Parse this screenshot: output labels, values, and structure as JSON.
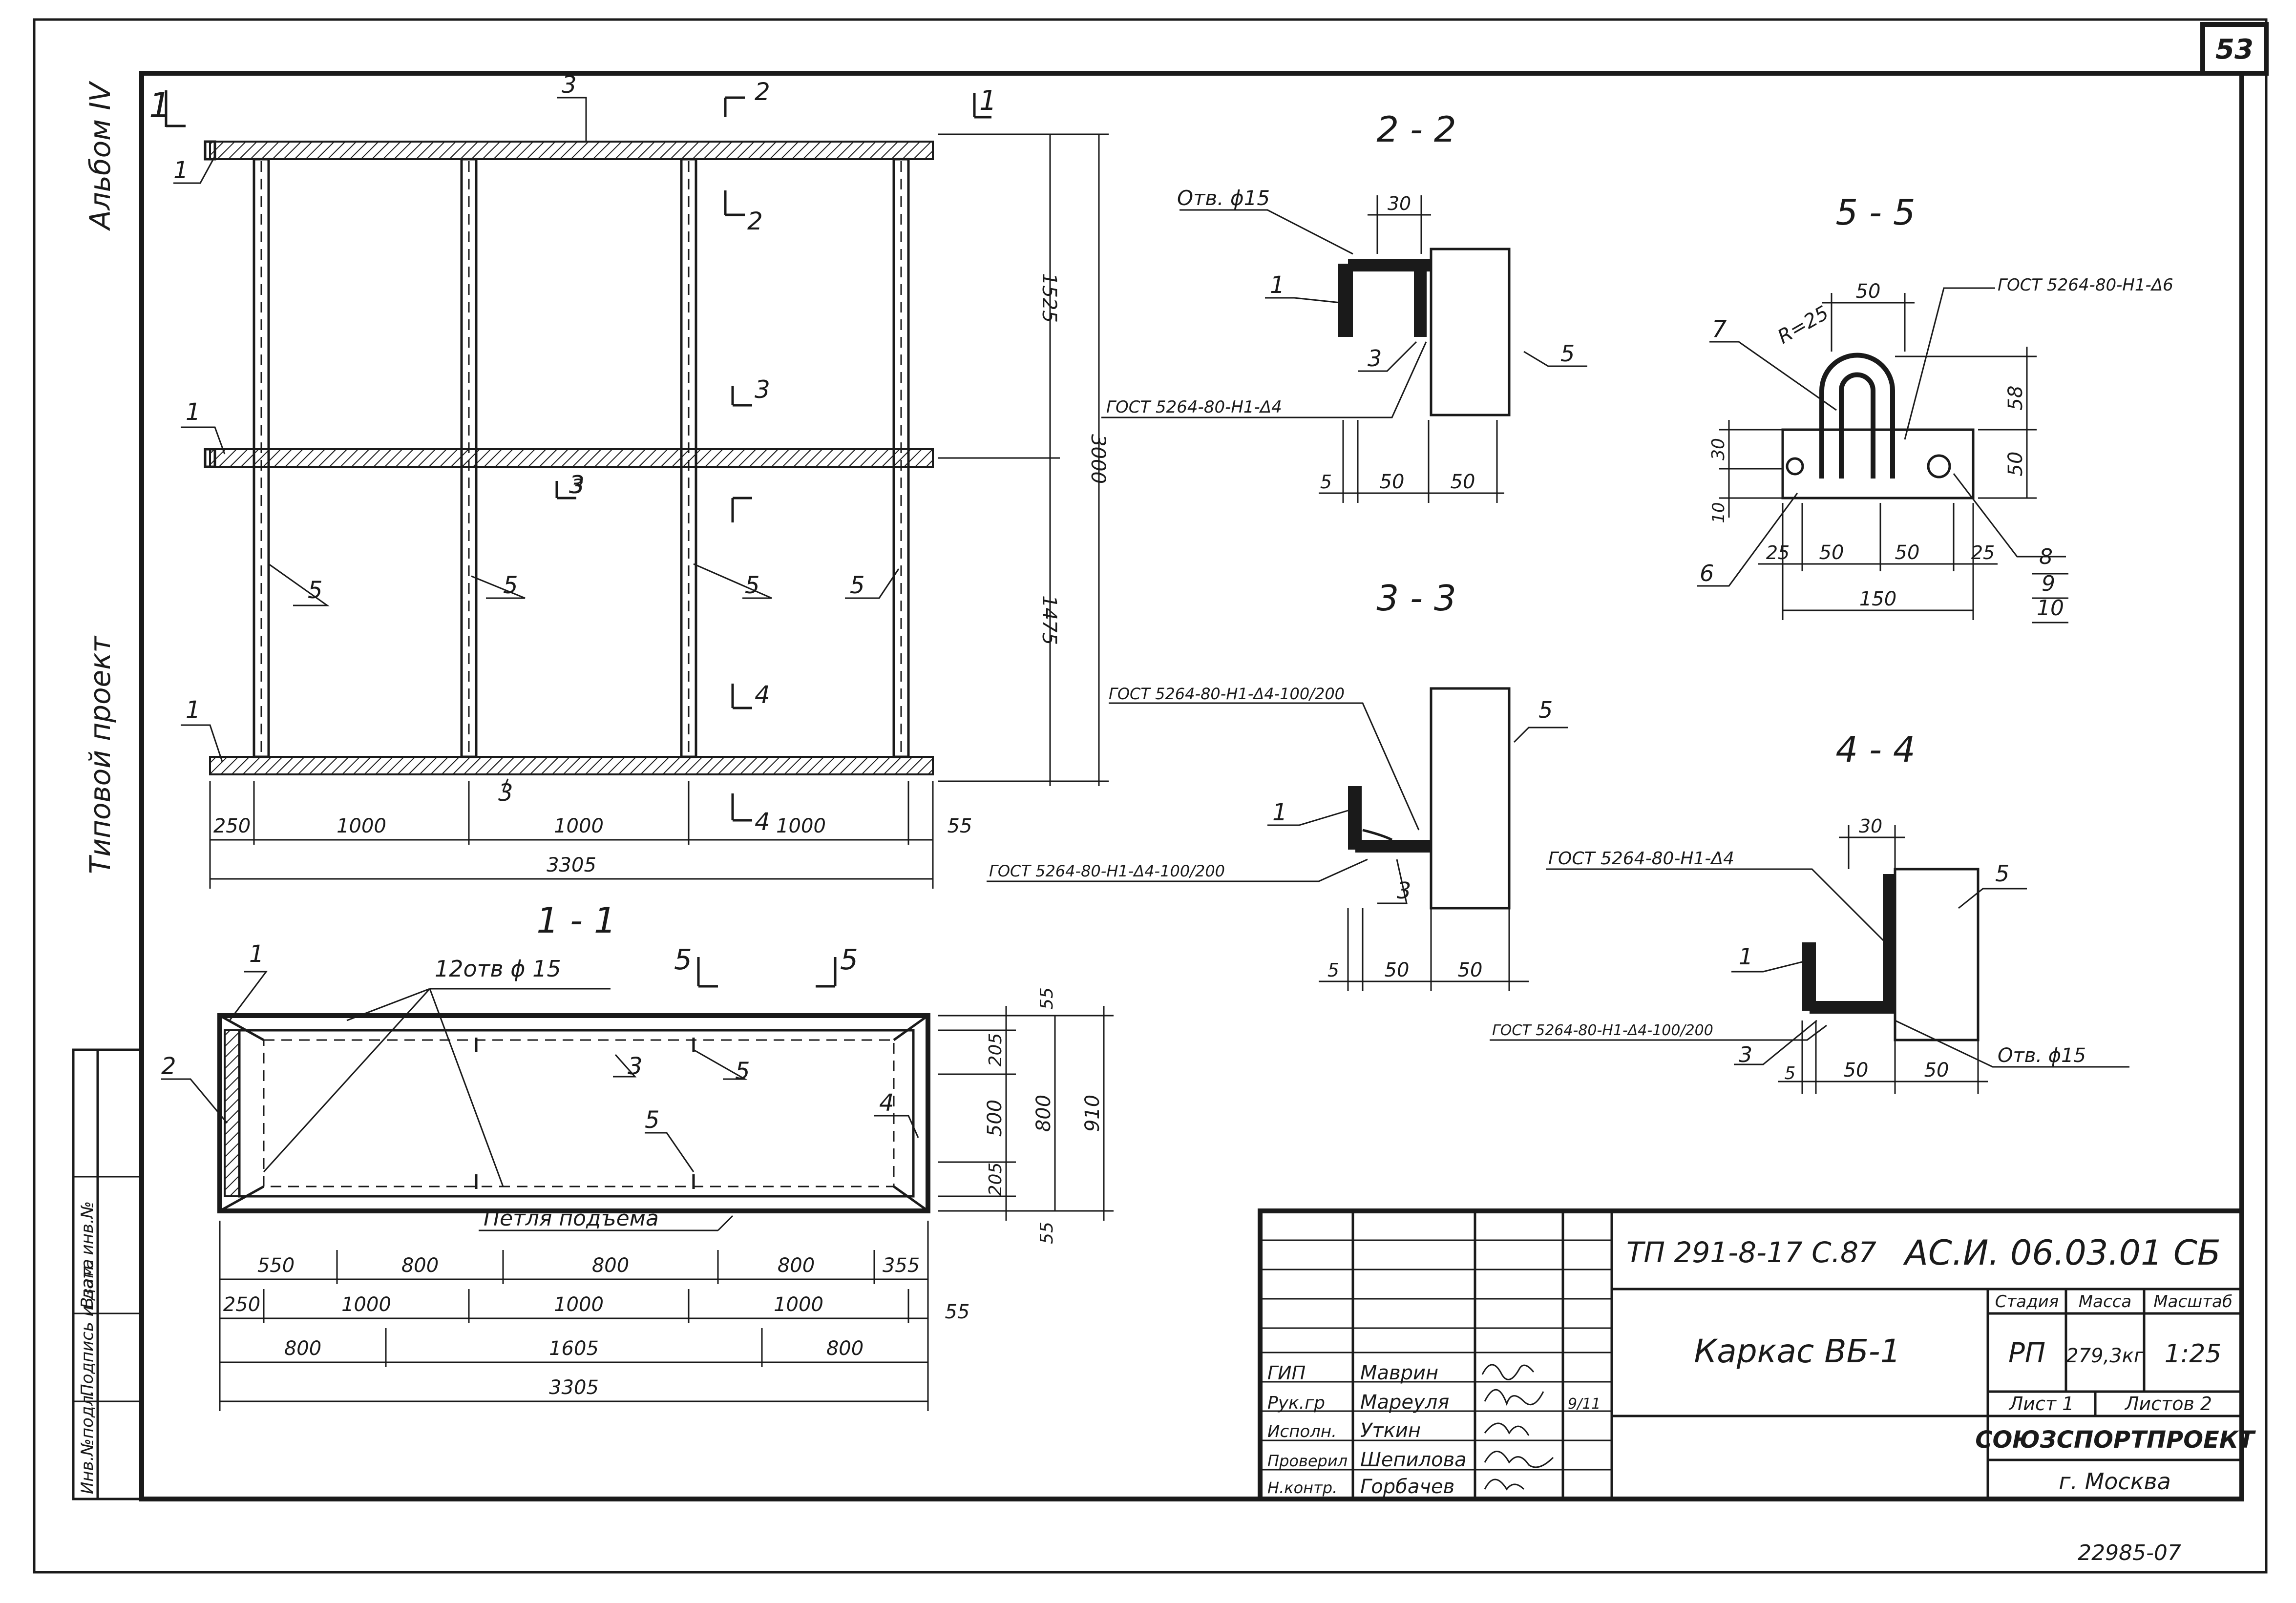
{
  "sheet": {
    "number": "53",
    "archive_number": "22985-07"
  },
  "side_stamp": {
    "album": "Альбом IV",
    "project_type": "Типовой проект",
    "fields": [
      "Инв.№подл.",
      "Подпись и дата",
      "Взам. инв.№"
    ]
  },
  "elevation": {
    "view_mark": "1",
    "section_marks": [
      "1",
      "2",
      "2",
      "3",
      "3",
      "4",
      "4"
    ],
    "part_labels": [
      "1",
      "1",
      "1",
      "3",
      "3",
      "3",
      "5",
      "5",
      "5",
      "5"
    ],
    "dims_horizontal": [
      "250",
      "1000",
      "1000",
      "1000",
      "55"
    ],
    "dim_total": "3305",
    "dims_vertical": [
      "1525",
      "3000",
      "1475"
    ]
  },
  "plan_1_1": {
    "title": "1 - 1",
    "note_holes": "12отв ϕ 15",
    "lifting_loop": "Петля подъема",
    "section_marks": [
      "5",
      "5"
    ],
    "part_labels": [
      "1",
      "2",
      "3",
      "4",
      "5",
      "5"
    ],
    "dims_row1": [
      "550",
      "800",
      "800",
      "800",
      "355"
    ],
    "dims_row2": [
      "250",
      "1000",
      "1000",
      "1000",
      "55"
    ],
    "dims_row3": [
      "800",
      "1605",
      "800"
    ],
    "dim_total": "3305",
    "dims_vertical": [
      "55",
      "205",
      "500",
      "800",
      "910",
      "205",
      "55"
    ]
  },
  "section_2_2": {
    "title": "2 - 2",
    "hole": "Отв. ϕ15",
    "weld": "ГОСТ 5264-80-Н1-Δ4",
    "part_labels": [
      "1",
      "3",
      "5"
    ],
    "dims": [
      "30",
      "5",
      "50",
      "50"
    ]
  },
  "section_3_3": {
    "title": "3 - 3",
    "weld_top": "ГОСТ 5264-80-Н1-Δ4-100/200",
    "weld_bottom": "ГОСТ 5264-80-Н1-Δ4-100/200",
    "part_labels": [
      "1",
      "3",
      "5"
    ],
    "dims": [
      "5",
      "50",
      "50"
    ]
  },
  "section_4_4": {
    "title": "4 - 4",
    "weld_top": "ГОСТ 5264-80-Н1-Δ4",
    "weld_bottom": "ГОСТ 5264-80-Н1-Δ4-100/200",
    "hole": "Отв. ϕ15",
    "part_labels": [
      "1",
      "3",
      "5"
    ],
    "dims": [
      "30",
      "5",
      "50",
      "50"
    ]
  },
  "section_5_5": {
    "title": "5 - 5",
    "weld": "ГОСТ 5264-80-Н1-Δ6",
    "radius": "R=25",
    "part_labels": [
      "6",
      "7",
      "8",
      "9",
      "10"
    ],
    "dims": [
      "50",
      "58",
      "50",
      "30",
      "10",
      "25",
      "50",
      "50",
      "25",
      "150"
    ]
  },
  "title_block": {
    "doc_code": "ТП 291-8-17 С.87",
    "doc_number": "АС.И. 06.03.01 СБ",
    "drawing_name": "Каркас ВБ-1",
    "stage_label": "Стадия",
    "mass_label": "Масса",
    "scale_label": "Масштаб",
    "stage": "РП",
    "mass": "279,3кг",
    "scale": "1:25",
    "sheet_label": "Лист 1",
    "sheets_label": "Листов 2",
    "organization": "СОЮЗСПОРТПРОЕКТ",
    "city": "г. Москва",
    "roles": [
      {
        "role": "ГИП",
        "name": "Маврин",
        "date": ""
      },
      {
        "role": "Рук.гр",
        "name": "Мареуля",
        "date": "9/11"
      },
      {
        "role": "Исполн.",
        "name": "Уткин",
        "date": ""
      },
      {
        "role": "Проверил",
        "name": "Шепилова",
        "date": ""
      },
      {
        "role": "Н.контр.",
        "name": "Горбачев",
        "date": ""
      }
    ]
  }
}
